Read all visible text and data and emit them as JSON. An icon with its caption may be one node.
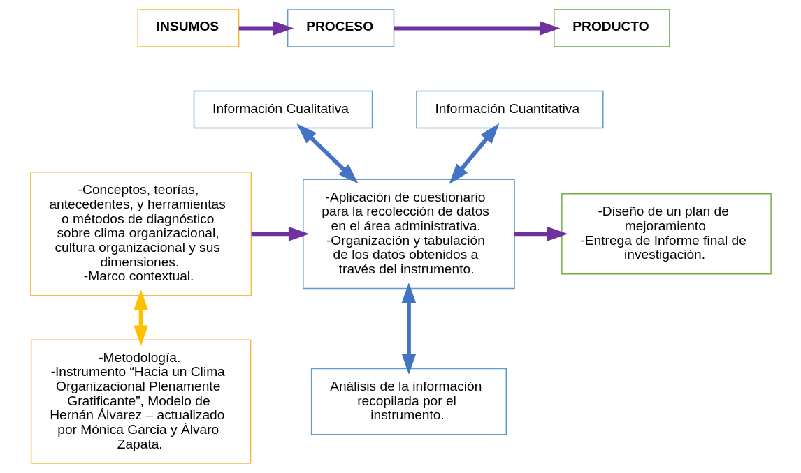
{
  "diagram": {
    "nodes": [
      {
        "text": [
          "INSUMOS"
        ]
      },
      {
        "text": [
          "PROCESO"
        ]
      },
      {
        "text": [
          "PRODUCTO"
        ]
      },
      {
        "text": [
          "Información Cualitativa"
        ]
      },
      {
        "text": [
          "Información Cuantitativa"
        ]
      },
      {
        "text": [
          "-Conceptos, teorías, antecedentes, y herramientas o métodos de diagnóstico sobre clima organizacional, cultura organizacional y sus dimensiones.",
          "-Marco contextual."
        ]
      },
      {
        "text": [
          "-Aplicación de cuestionario para la recolección de datos en el área administrativa.",
          "-Organización y tabulación de los datos obtenidos a través del instrumento."
        ]
      },
      {
        "text": [
          "-Diseño de un plan de mejoramiento",
          "-Entrega de Informe final de investigación."
        ]
      },
      {
        "text": [
          "-Metodología.",
          "-Instrumento “Hacia un Clima Organizacional Plenamente Gratificante”, Modelo de Hernán Álvarez – actualizado por Mónica Garcia y Álvaro Zapata."
        ]
      },
      {
        "text": [
          "Análisis de la información recopilada por el instrumento."
        ]
      }
    ],
    "edges": [
      {
        "from": 0,
        "to": 1,
        "arrow": "to"
      },
      {
        "from": 1,
        "to": 2,
        "arrow": "to"
      },
      {
        "from": 3,
        "to": 6,
        "arrow": "both",
        "color": "#4472c4"
      },
      {
        "from": 4,
        "to": 6,
        "arrow": "both",
        "color": "#4472c4"
      },
      {
        "from": 5,
        "to": 8,
        "arrow": "both",
        "color": "#ffc000"
      },
      {
        "from": 5,
        "to": 6,
        "arrow": "to"
      },
      {
        "from": 6,
        "to": 7,
        "arrow": "to"
      },
      {
        "from": 6,
        "to": 9,
        "arrow": "both",
        "color": "#4472c4"
      }
    ]
  }
}
